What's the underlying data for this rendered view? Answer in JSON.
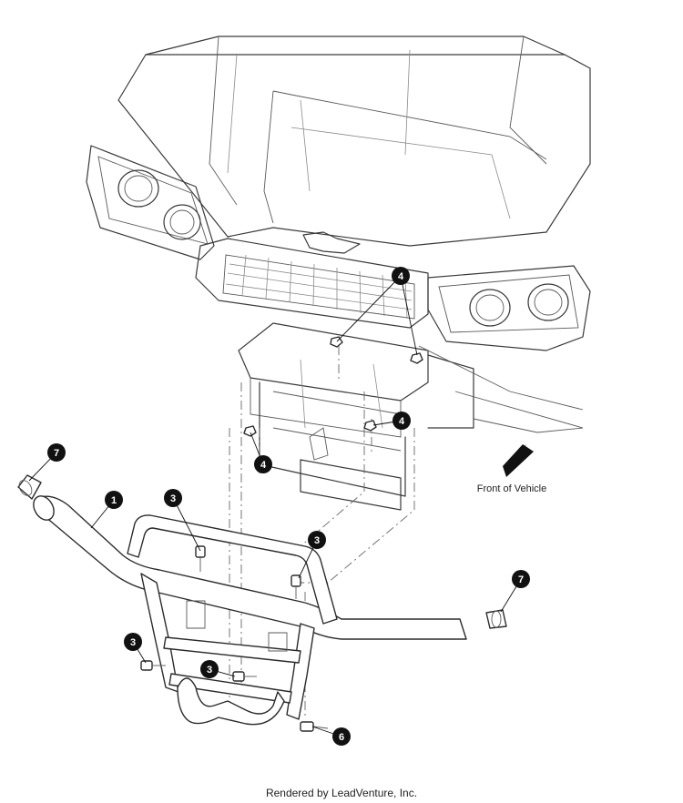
{
  "diagram": {
    "front_label": "Front of Vehicle",
    "callouts": [
      {
        "id": "c1",
        "label": "1"
      },
      {
        "id": "c3a",
        "label": "3"
      },
      {
        "id": "c3b",
        "label": "3"
      },
      {
        "id": "c3c",
        "label": "3"
      },
      {
        "id": "c3d",
        "label": "3"
      },
      {
        "id": "c4a",
        "label": "4"
      },
      {
        "id": "c4b",
        "label": "4"
      },
      {
        "id": "c4c",
        "label": "4"
      },
      {
        "id": "c6",
        "label": "6"
      },
      {
        "id": "c7a",
        "label": "7"
      },
      {
        "id": "c7b",
        "label": "7"
      }
    ]
  },
  "footer": {
    "text": "Rendered by LeadVenture, Inc."
  }
}
